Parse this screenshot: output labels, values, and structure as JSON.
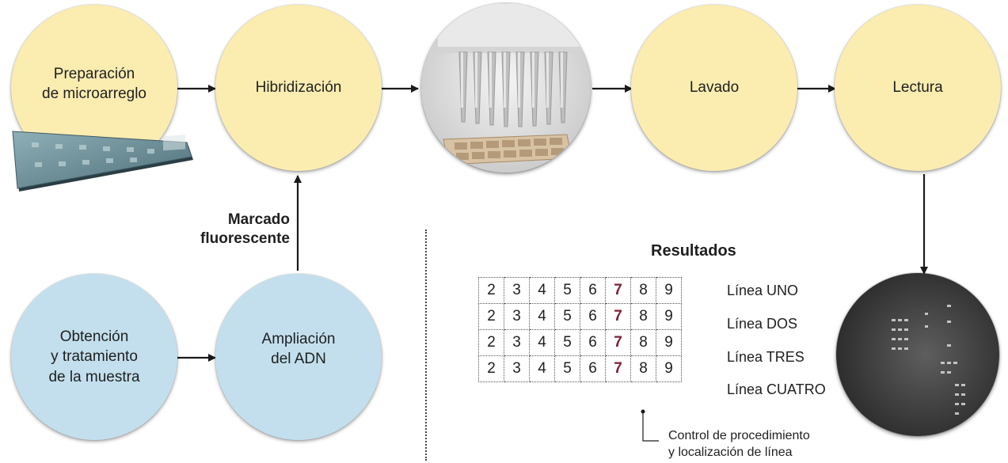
{
  "steps": {
    "preparacion": "Preparación\nde microarreglo",
    "hibridizacion": "Hibridización",
    "lavado": "Lavado",
    "lectura": "Lectura",
    "obtencion": "Obtención\ny tratamiento\nde la muestra",
    "ampliacion": "Ampliación\ndel ADN"
  },
  "marcado_label": "Marcado\nfluorescente",
  "results": {
    "title": "Resultados",
    "rows": [
      {
        "label": "Línea UNO",
        "cells": [
          "2",
          "3",
          "4",
          "5",
          "6",
          "7",
          "8",
          "9"
        ]
      },
      {
        "label": "Línea DOS",
        "cells": [
          "2",
          "3",
          "4",
          "5",
          "6",
          "7",
          "8",
          "9"
        ]
      },
      {
        "label": "Línea TRES",
        "cells": [
          "2",
          "3",
          "4",
          "5",
          "6",
          "7",
          "8",
          "9"
        ]
      },
      {
        "label": "Línea CUATRO",
        "cells": [
          "2",
          "3",
          "4",
          "5",
          "6",
          "7",
          "8",
          "9"
        ]
      }
    ],
    "highlight_value": "7",
    "highlight_color": "#7a2235",
    "note": "Control de procedimiento\ny localización de línea"
  },
  "colors": {
    "process_circle": "#fbecb0",
    "sample_circle": "#c3dfee"
  }
}
